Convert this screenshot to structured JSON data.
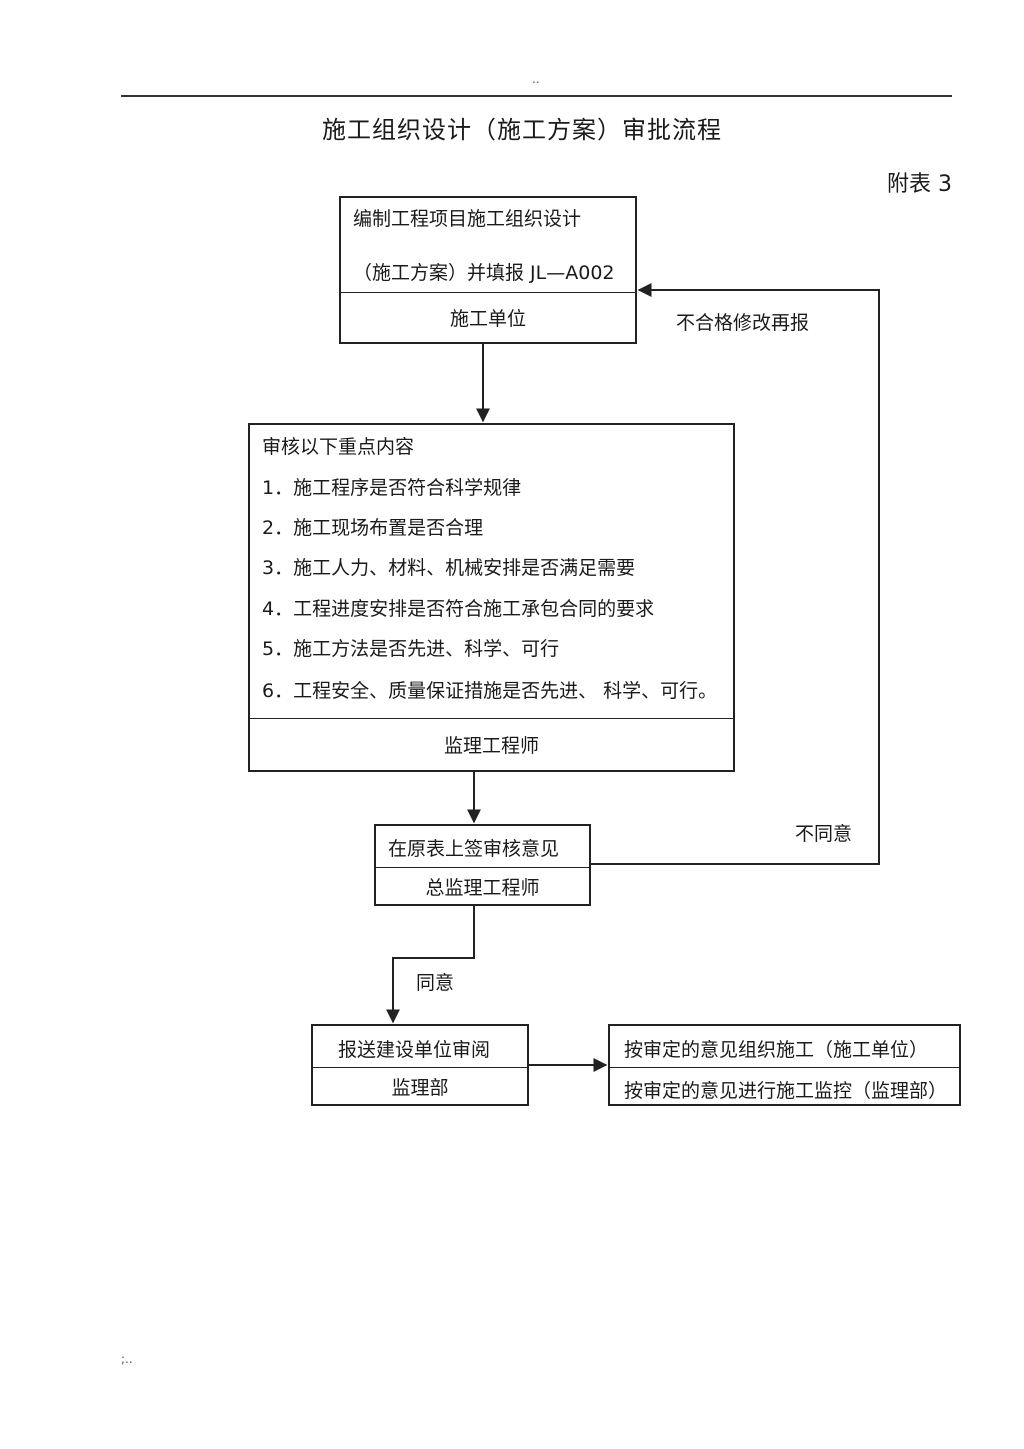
{
  "header": {
    "dots": "..",
    "footer": ";.."
  },
  "title": "施工组织设计（施工方案）审批流程",
  "appendix": "附表 3",
  "box1": {
    "line1": "编制工程项目施工组织设计",
    "line2": "（施工方案）并填报  JL—A002",
    "role": "施工单位"
  },
  "box2": {
    "heading": "审核以下重点内容",
    "items": [
      "1．施工程序是否符合科学规律",
      "2．施工现场布置是否合理",
      "3．施工人力、材料、机械安排是否满足需要",
      "4．工程进度安排是否符合施工承包合同的要求",
      "5．施工方法是否先进、科学、可行",
      "6．工程安全、质量保证措施是否先进、  科学、可行。"
    ],
    "role": "监理工程师"
  },
  "box3": {
    "action": "在原表上签审核意见",
    "role": "总监理工程师"
  },
  "box4": {
    "action": "报送建设单位审阅",
    "role": "监理部"
  },
  "box5": {
    "line1": "按审定的意见组织施工（施工单位）",
    "line2": "按审定的意见进行施工监控（监理部）"
  },
  "labels": {
    "reject_resubmit": "不合格修改再报",
    "disagree": "不同意",
    "agree": "同意"
  }
}
